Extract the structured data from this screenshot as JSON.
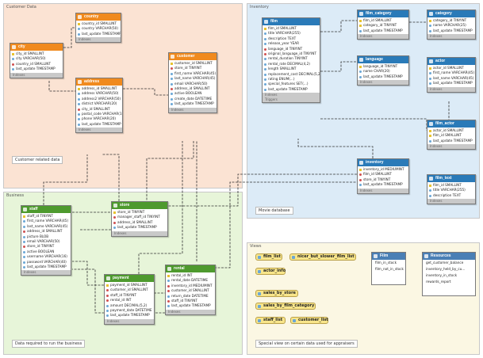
{
  "regions": {
    "customer": {
      "title": "Customer Data",
      "note": "Customer related data"
    },
    "inventory": {
      "title": "Inventory",
      "note": "Movie database"
    },
    "business": {
      "title": "Business",
      "note": "Data required to run the business"
    },
    "views": {
      "title": "Views",
      "note": "Special view on certain data used for appraisers"
    }
  },
  "colors": {
    "customer": "#fbe3d3",
    "inventory": "#dcebf7",
    "business": "#e7f5d9",
    "views": "#fbf7e3"
  },
  "footer_label": "Indexes",
  "footer_label_triggers": "Triggers",
  "tables": {
    "country": {
      "name": "country",
      "columns": [
        "country_id SMALLINT",
        "country VARCHAR(50)",
        "last_update TIMESTAMP"
      ]
    },
    "city": {
      "name": "city",
      "columns": [
        "city_id SMALLINT",
        "city VARCHAR(50)",
        "country_id SMALLINT",
        "last_update TIMESTAMP"
      ]
    },
    "address": {
      "name": "address",
      "columns": [
        "address_id SMALLINT",
        "address VARCHAR(50)",
        "address2 VARCHAR(50)",
        "district VARCHAR(20)",
        "city_id SMALLINT",
        "postal_code VARCHAR(10)",
        "phone VARCHAR(20)",
        "last_update TIMESTAMP"
      ]
    },
    "customer": {
      "name": "customer",
      "columns": [
        "customer_id SMALLINT",
        "store_id TINYINT",
        "first_name VARCHAR(45)",
        "last_name VARCHAR(45)",
        "email VARCHAR(50)",
        "address_id SMALLINT",
        "active BOOLEAN",
        "create_date DATETIME",
        "last_update TIMESTAMP"
      ]
    },
    "film": {
      "name": "film",
      "columns": [
        "film_id SMALLINT",
        "title VARCHAR(255)",
        "description TEXT",
        "release_year YEAR",
        "language_id TINYINT",
        "original_language_id TINYINT",
        "rental_duration TINYINT",
        "rental_rate DECIMAL(4,2)",
        "length SMALLINT",
        "replacement_cost DECIMAL(5,2)",
        "rating ENUM(...)",
        "special_features SET(...)",
        "last_update TIMESTAMP"
      ]
    },
    "film_category": {
      "name": "film_category",
      "columns": [
        "film_id SMALLINT",
        "category_id TINYINT",
        "last_update TIMESTAMP"
      ]
    },
    "category": {
      "name": "category",
      "columns": [
        "category_id TINYINT",
        "name VARCHAR(25)",
        "last_update TIMESTAMP"
      ]
    },
    "language": {
      "name": "language",
      "columns": [
        "language_id TINYINT",
        "name CHAR(20)",
        "last_update TIMESTAMP"
      ]
    },
    "actor": {
      "name": "actor",
      "columns": [
        "actor_id SMALLINT",
        "first_name VARCHAR(45)",
        "last_name VARCHAR(45)",
        "last_update TIMESTAMP"
      ]
    },
    "film_actor": {
      "name": "film_actor",
      "columns": [
        "actor_id SMALLINT",
        "film_id SMALLINT",
        "last_update TIMESTAMP"
      ]
    },
    "inventory": {
      "name": "inventory",
      "columns": [
        "inventory_id MEDIUMINT",
        "film_id SMALLINT",
        "store_id TINYINT",
        "last_update TIMESTAMP"
      ]
    },
    "film_text": {
      "name": "film_text",
      "columns": [
        "film_id SMALLINT",
        "title VARCHAR(255)",
        "description TEXT"
      ]
    },
    "staff": {
      "name": "staff",
      "columns": [
        "staff_id TINYINT",
        "first_name VARCHAR(45)",
        "last_name VARCHAR(45)",
        "address_id SMALLINT",
        "picture BLOB",
        "email VARCHAR(50)",
        "store_id TINYINT",
        "active BOOLEAN",
        "username VARCHAR(16)",
        "password VARCHAR(40)",
        "last_update TIMESTAMP"
      ]
    },
    "store": {
      "name": "store",
      "columns": [
        "store_id TINYINT",
        "manager_staff_id TINYINT",
        "address_id SMALLINT",
        "last_update TIMESTAMP"
      ]
    },
    "payment": {
      "name": "payment",
      "columns": [
        "payment_id SMALLINT",
        "customer_id SMALLINT",
        "staff_id TINYINT",
        "rental_id INT",
        "amount DECIMAL(5,2)",
        "payment_date DATETIME",
        "last_update TIMESTAMP"
      ]
    },
    "rental": {
      "name": "rental",
      "columns": [
        "rental_id INT",
        "rental_date DATETIME",
        "inventory_id MEDIUMINT",
        "customer_id SMALLINT",
        "return_date DATETIME",
        "staff_id TINYINT",
        "last_update TIMESTAMP"
      ]
    }
  },
  "views": [
    "film_list",
    "nicer_but_slower_film_list",
    "actor_info",
    "sales_by_store",
    "sales_by_film_category",
    "staff_list",
    "customer_list"
  ],
  "groups": {
    "film_grp": {
      "name": "Film",
      "items": [
        "film_in_stock",
        "film_not_in_stock"
      ]
    },
    "resources": {
      "name": "Resources",
      "items": [
        "get_customer_balance",
        "inventory_held_by_cu...",
        "inventory_in_stock",
        "rewards_report"
      ]
    }
  }
}
